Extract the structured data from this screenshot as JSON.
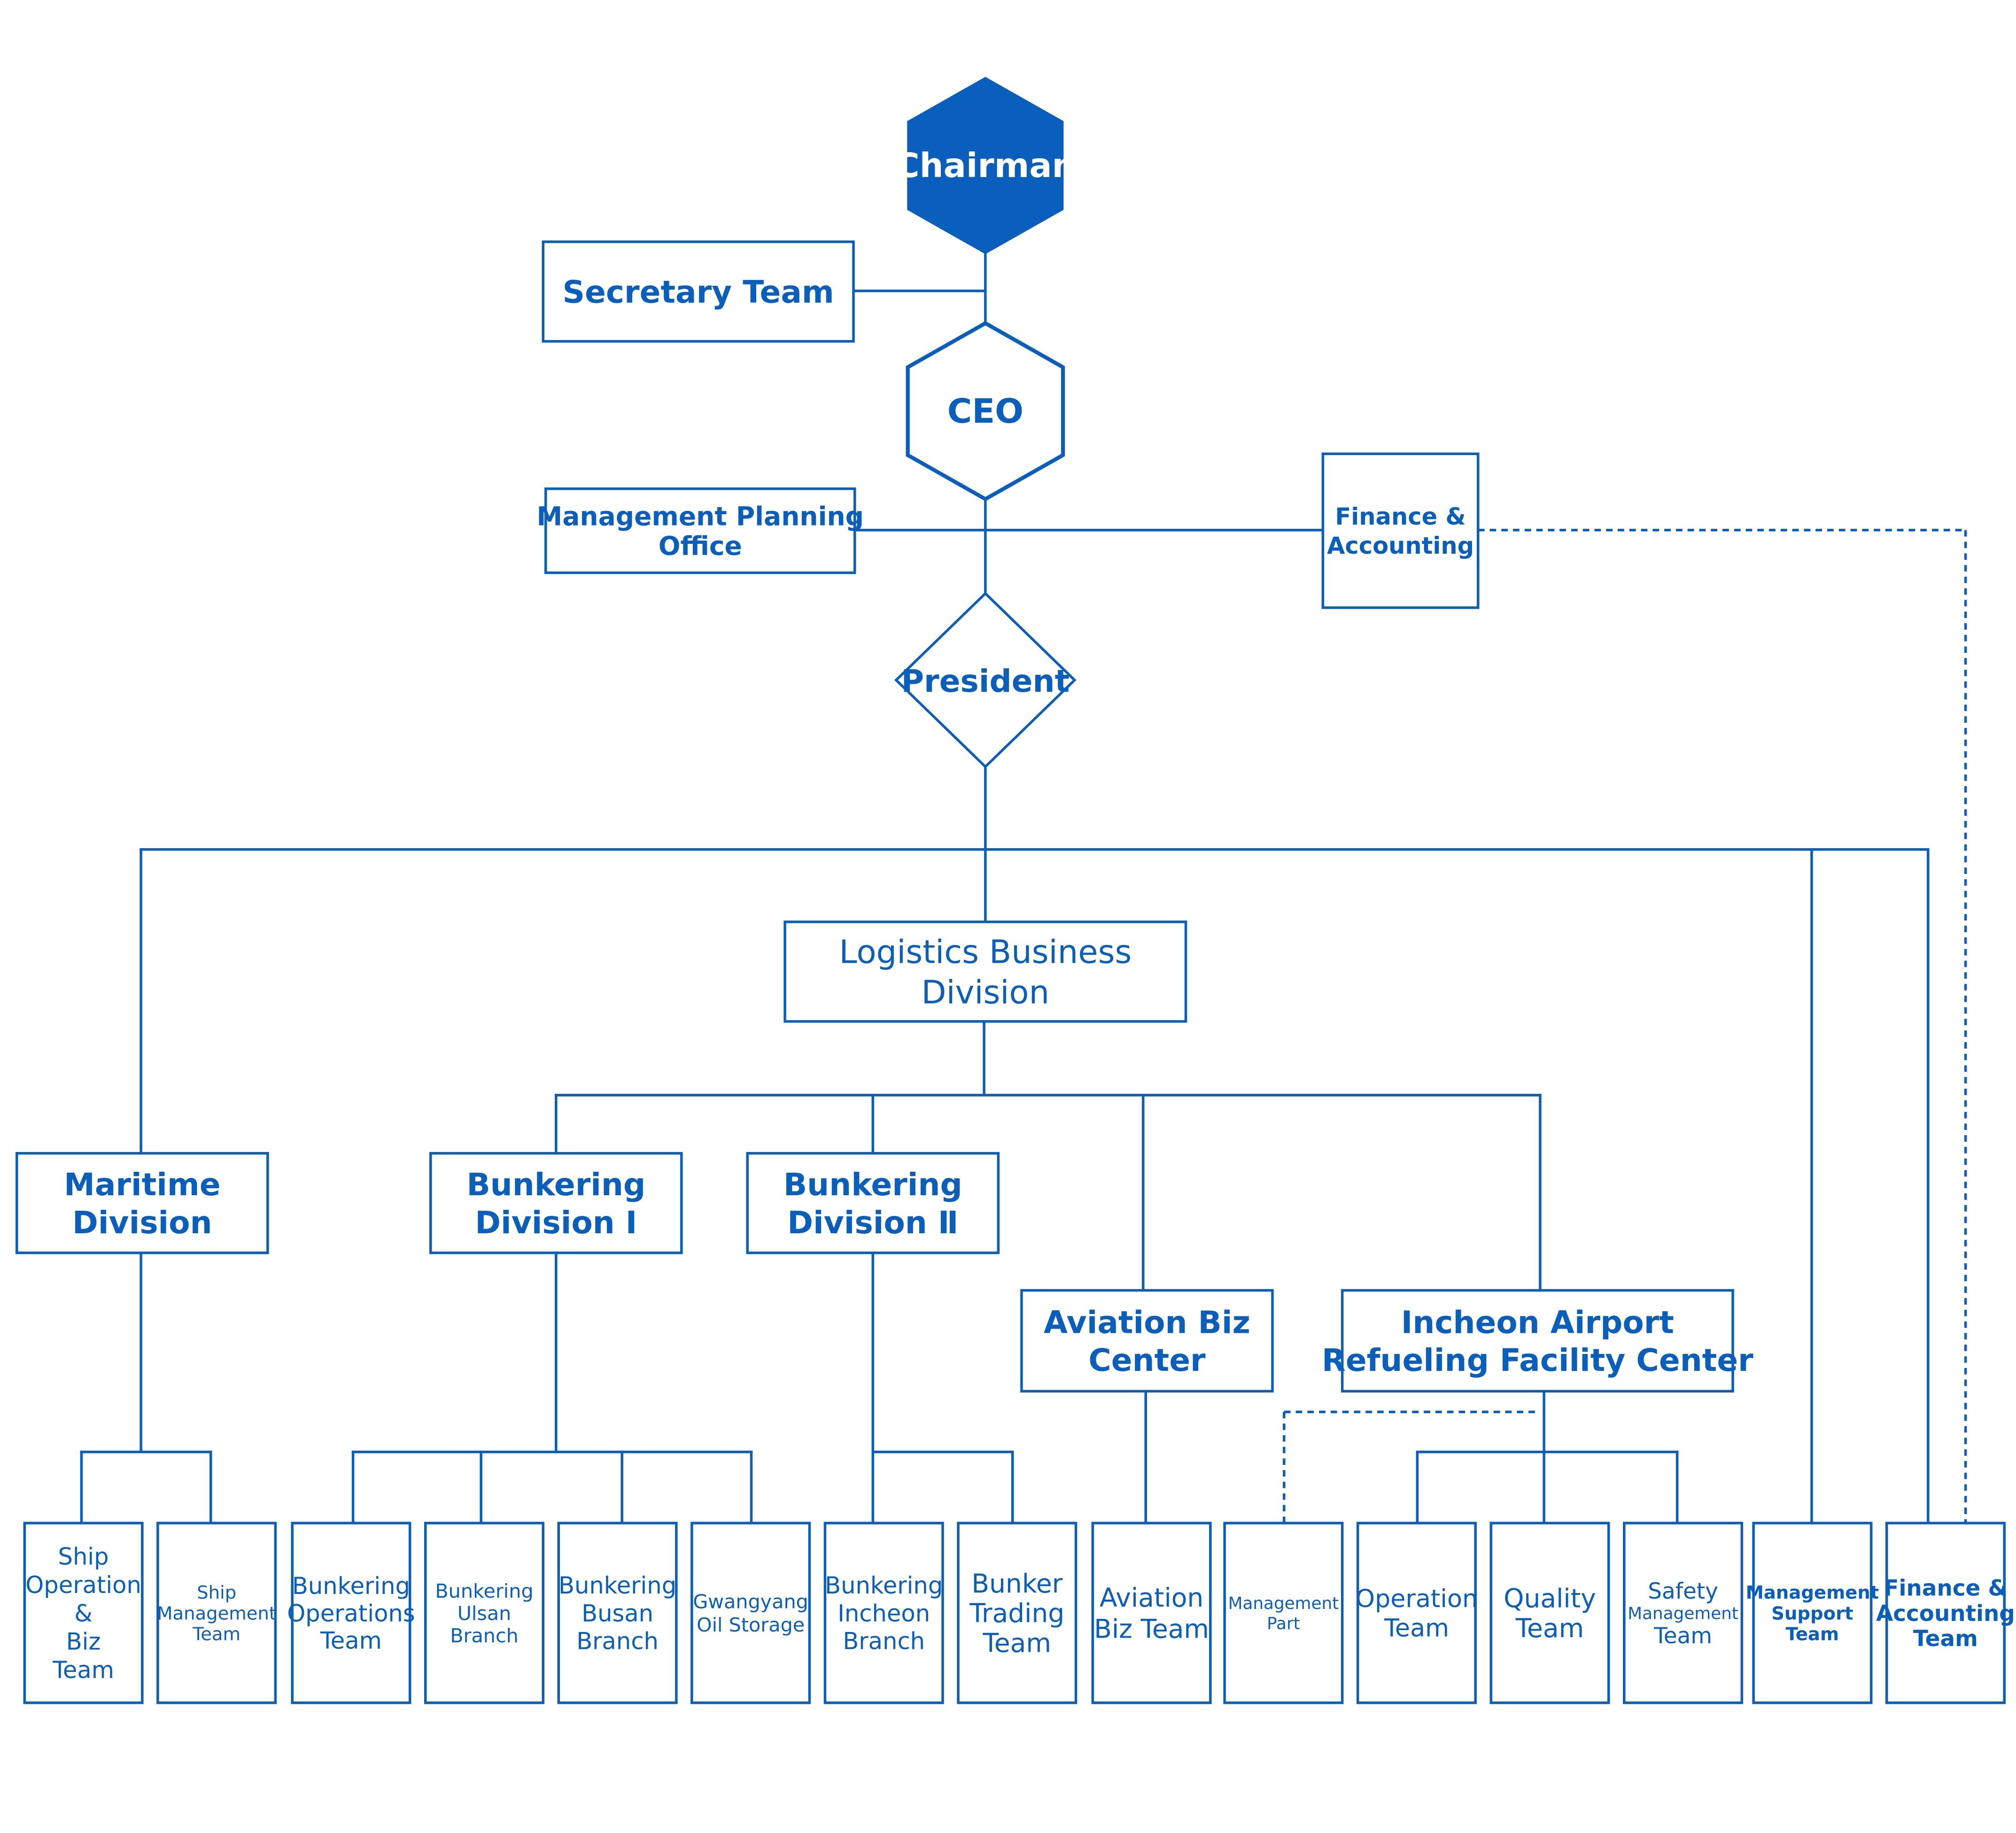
{
  "colors": {
    "primary": "#0a5fbd",
    "background": "#ffffff",
    "on_primary": "#ffffff"
  },
  "executive": {
    "chairman": "Chairman",
    "ceo": "CEO",
    "president": "President"
  },
  "staff": {
    "secretary_team": "Secretary Team",
    "management_planning": [
      "Management Planning",
      "Office"
    ],
    "finance_accounting": [
      "Finance &",
      "Accounting"
    ]
  },
  "logistics_division": [
    "Logistics Business",
    "Division"
  ],
  "divisions": {
    "maritime": [
      "Maritime",
      "Division"
    ],
    "bunkering_1": [
      "Bunkering",
      "Division Ⅰ"
    ],
    "bunkering_2": [
      "Bunkering",
      "Division Ⅱ"
    ],
    "aviation_biz": [
      "Aviation Biz",
      "Center"
    ],
    "incheon_airport": [
      "Incheon Airport",
      "Refueling Facility Center"
    ]
  },
  "teams": {
    "ship_operation": [
      "Ship",
      "Operation",
      "&",
      "Biz",
      "Team"
    ],
    "ship_management": [
      "Ship",
      "Management",
      "Team"
    ],
    "bunkering_operations": [
      "Bunkering",
      "Operations",
      "Team"
    ],
    "bunkering_ulsan": [
      "Bunkering",
      "Ulsan",
      "Branch"
    ],
    "bunkering_busan": [
      "Bunkering",
      "Busan",
      "Branch"
    ],
    "gwangyang_oil": [
      "Gwangyang",
      "Oil Storage"
    ],
    "bunkering_incheon": [
      "Bunkering",
      "Incheon",
      "Branch"
    ],
    "bunker_trading": [
      "Bunker",
      "Trading",
      "Team"
    ],
    "aviation_biz_team": [
      "Aviation",
      "Biz Team"
    ],
    "management_part": [
      "Management",
      "Part"
    ],
    "operation_team": [
      "Operation",
      "Team"
    ],
    "quality_team": [
      "Quality",
      "Team"
    ],
    "safety_management": [
      "Safety",
      "Management",
      "Team"
    ],
    "management_support": [
      "Management",
      "Support",
      "Team"
    ],
    "finance_accounting_team": [
      "Finance &",
      "Accounting",
      "Team"
    ]
  }
}
